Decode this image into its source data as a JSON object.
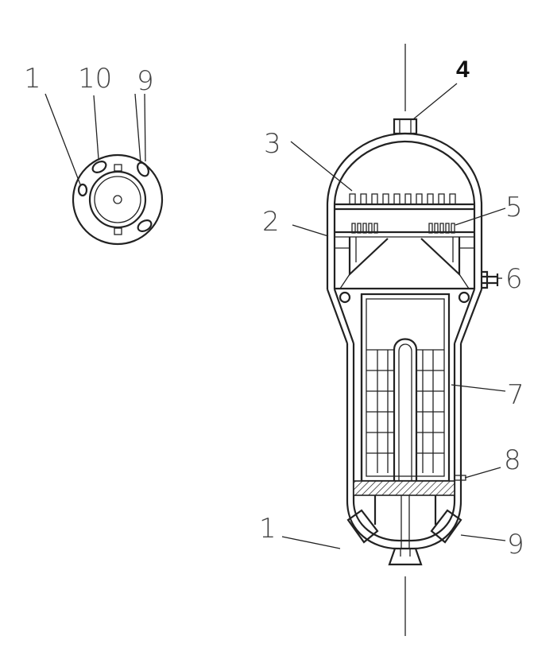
{
  "labels": {
    "top_view": [
      "1",
      "10",
      "9"
    ],
    "section": [
      "4",
      "3",
      "2",
      "5",
      "6",
      "7",
      "8",
      "1",
      "9"
    ]
  }
}
